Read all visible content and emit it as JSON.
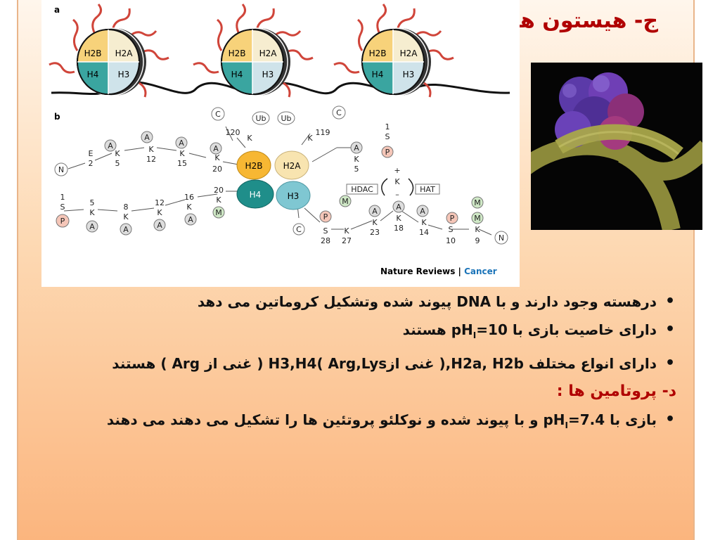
{
  "title": "ج- هیستون ها:",
  "figure": {
    "panel_a_label": "a",
    "panel_b_label": "b",
    "nucleosome_labels": [
      "H2B",
      "H2A",
      "H4",
      "H3"
    ],
    "core_labels": {
      "h2b": "H2B",
      "h2a": "H2A",
      "h4": "H4",
      "h3": "H3"
    },
    "tail_labels": {
      "n": "N",
      "a": "A",
      "k": "K",
      "s": "S",
      "p": "P",
      "m": "M",
      "c": "C",
      "ub": "Ub",
      "e": "E",
      "hdac": "HDAC",
      "hat": "HAT",
      "plus": "+",
      "minus": "–",
      "n120": "120",
      "n119": "119",
      "n1": "1",
      "n2": "2",
      "n5": "5",
      "n8": "8",
      "n9": "9",
      "n10": "10",
      "n12": "12",
      "n14": "14",
      "n15": "15",
      "n16": "16",
      "n18": "18",
      "n20": "20",
      "n23": "23",
      "n27": "27",
      "n28": "28"
    },
    "credit_journal": "Nature Reviews",
    "credit_sep": " | ",
    "credit_section": "Cancer"
  },
  "bullets": {
    "item1": {
      "text": "درهسته وجود دارند و با DNA پیوند شده وتشکیل کروماتین می دهد"
    },
    "item2": {
      "pre": "دارای خاصیت بازی با pH",
      "sub": "I",
      "post": "=10  هستند"
    },
    "item3": {
      "text": "دارای انواع مختلف  H2a, H2b,( غنی  ازArg,Lys   )H3,H4 ( غنی از Arg  )  هستند"
    }
  },
  "section_d": {
    "heading": "د- پروتامین ها :",
    "item1": {
      "pre": "بازی با    pH",
      "sub": "I",
      "post": "=7.4    و با  پیوند شده و نوکلئو پروتئین  ها را تشکیل می دهند می دهند"
    }
  },
  "colors": {
    "title": "#b00000",
    "h2b": "#f7d27a",
    "h2a": "#f6edd0",
    "h4": "#3aa5a0",
    "h3": "#cfe3ea",
    "tail": "#d0453a",
    "credit_accent": "#1a73b8"
  }
}
